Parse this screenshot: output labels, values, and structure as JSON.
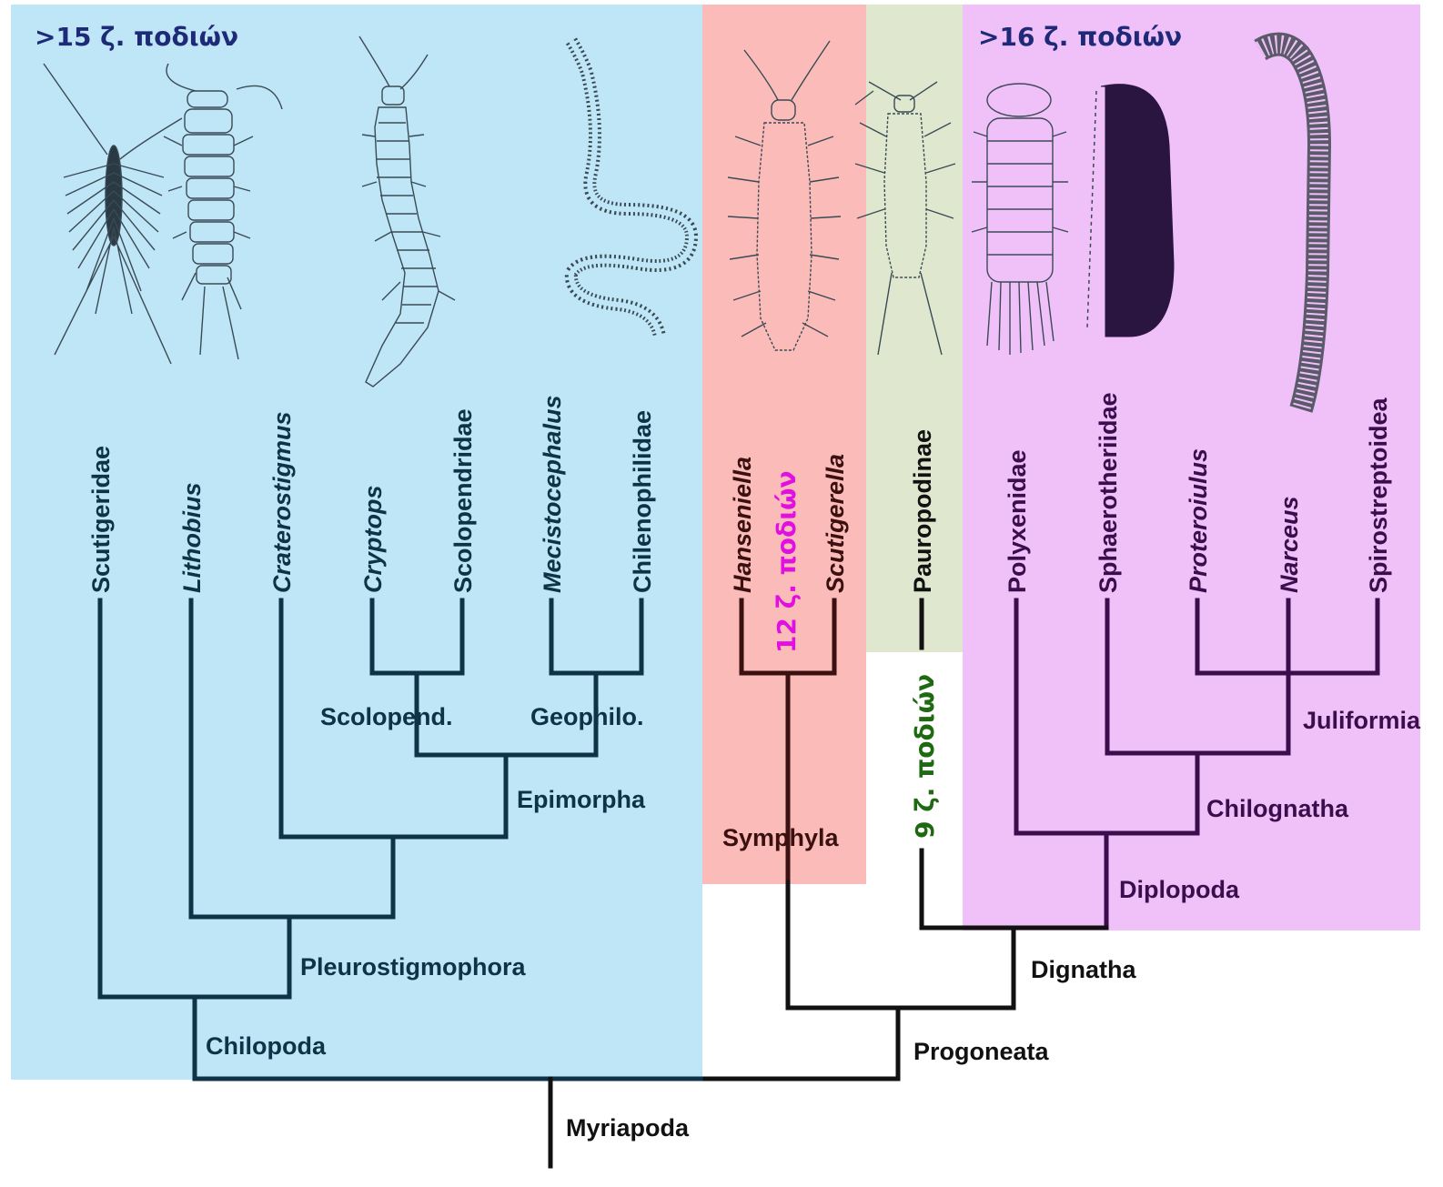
{
  "colors": {
    "chilopoda_bg": "#bfe6f6",
    "symphyla_bg": "#fbbcb9",
    "pauropoda_bg": "#dfe8cf",
    "diplopoda_bg": "#f0c0f8",
    "chilopoda_line": "#0e3347",
    "symphyla_line": "#3a1010",
    "diplopoda_line": "#3c0d4d",
    "base_line": "#111111",
    "legs_blue": "#1e2a78",
    "legs_magenta": "#e010e0",
    "legs_green": "#1d6a10"
  },
  "leg_counts": {
    "chilopoda": ">15 ζ. ποδιών",
    "symphyla": "12 ζ. ποδιών",
    "pauropoda": "9 ζ. ποδιών",
    "diplopoda": ">16 ζ. ποδιών"
  },
  "taxa": [
    {
      "name": "Scutigeridae",
      "italic": false
    },
    {
      "name": "Lithobius",
      "italic": true
    },
    {
      "name": "Craterostigmus",
      "italic": true
    },
    {
      "name": "Cryptops",
      "italic": true
    },
    {
      "name": "Scolopendridae",
      "italic": false
    },
    {
      "name": "Mecistocephalus",
      "italic": true
    },
    {
      "name": "Chilenophilidae",
      "italic": false
    },
    {
      "name": "Hanseniella",
      "italic": true
    },
    {
      "name": "Scutigerella",
      "italic": true
    },
    {
      "name": "Pauropodinae",
      "italic": false
    },
    {
      "name": "Polyxenidae",
      "italic": false
    },
    {
      "name": "Sphaerotheriidae",
      "italic": false
    },
    {
      "name": "Proteroiulus",
      "italic": true
    },
    {
      "name": "Narceus",
      "italic": true
    },
    {
      "name": "Spirostreptoidea",
      "italic": false
    }
  ],
  "clades": {
    "scolopend": "Scolopend.",
    "geophilo": "Geophilo.",
    "epimorpha": "Epimorpha",
    "pleurostigmophora": "Pleurostigmophora",
    "chilopoda": "Chilopoda",
    "symphyla": "Symphyla",
    "juliformia": "Juliformia",
    "chilognatha": "Chilognatha",
    "diplopoda": "Diplopoda",
    "dignatha": "Dignatha",
    "progoneata": "Progoneata",
    "myriapoda": "Myriapoda"
  }
}
